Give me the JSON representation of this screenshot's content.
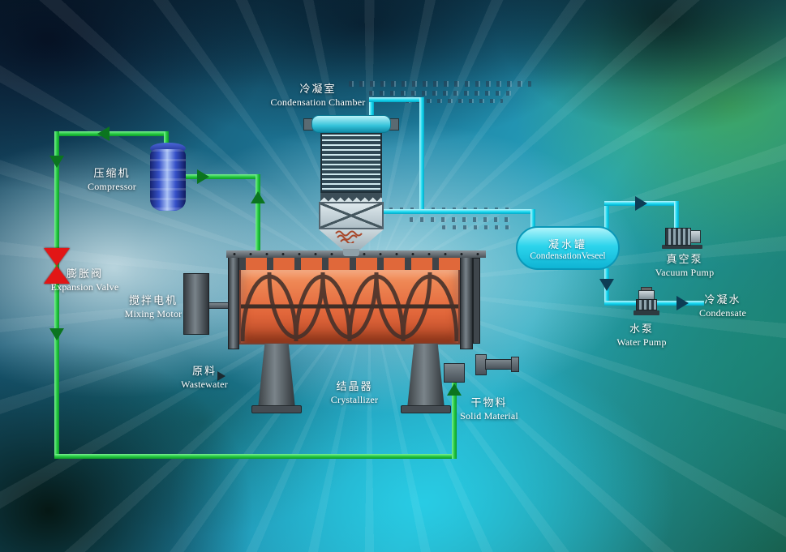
{
  "labels": {
    "condensation_chamber": {
      "zh": "冷凝室",
      "en": "Condensation Chamber"
    },
    "compressor": {
      "zh": "压缩机",
      "en": "Compressor"
    },
    "expansion_valve": {
      "zh": "膨胀阀",
      "en": "Expansion Valve"
    },
    "mixing_motor": {
      "zh": "搅拌电机",
      "en": "Mixing Motor"
    },
    "wastewater": {
      "zh": "原料",
      "en": "Wastewater"
    },
    "crystallizer": {
      "zh": "结晶器",
      "en": "Crystallizer"
    },
    "solid_material": {
      "zh": "干物料",
      "en": "Solid Material"
    },
    "condensation_vessel": {
      "zh": "凝水罐",
      "en": "CondensationVeseel"
    },
    "vacuum_pump": {
      "zh": "真空泵",
      "en": "Vacuum Pump"
    },
    "water_pump": {
      "zh": "水泵",
      "en": "Water Pump"
    },
    "condensate": {
      "zh": "冷凝水",
      "en": "Condensate"
    }
  },
  "colors": {
    "refrigerant_pipe_green": "#22c73e",
    "condensate_pipe_cyan": "#17d8f0",
    "crystallizer_orange": "#e0683a",
    "vessel_cyan": "#2cd4ec",
    "compressor_blue": "#3550c8",
    "valve_red": "#e21616"
  }
}
